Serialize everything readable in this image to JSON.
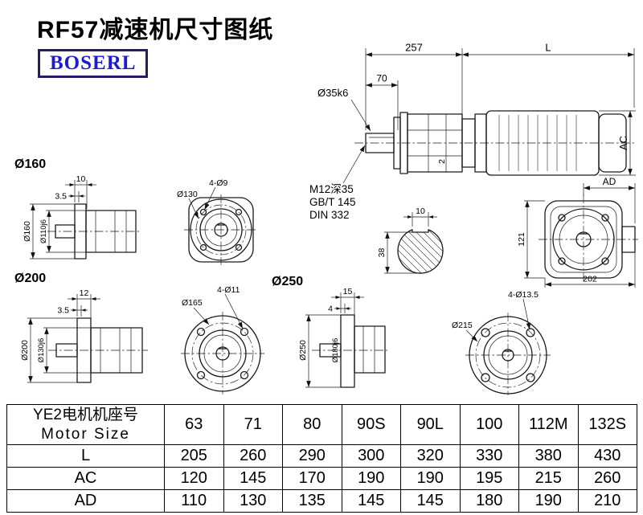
{
  "page": {
    "title": "RF57减速机尺寸图纸",
    "brand": "BOSERL"
  },
  "drawings": {
    "side_view": {
      "dim_257": "257",
      "dim_l": "L",
      "dim_70": "70",
      "shaft_dia": "Ø35k6",
      "dim_ac": "AC",
      "dim_2": "2",
      "thread_note": "M12深35",
      "std_note1": "GB/T 145",
      "std_note2": "DIN 332"
    },
    "flange_160": {
      "section_label": "Ø160",
      "dim_10": "10",
      "dim_3_5": "3.5",
      "dia_outer": "Ø160",
      "dia_spigot": "Ø110j6"
    },
    "front_130": {
      "holes": "4-Ø9",
      "bolt_circle": "Ø130"
    },
    "key_section": {
      "key_width": "10",
      "depth": "38"
    },
    "ad_view": {
      "dim_ad": "AD",
      "dim_121": "121",
      "dim_202": "202"
    },
    "flange_200": {
      "section_label": "Ø200",
      "dim_12": "12",
      "dim_3_5": "3.5",
      "dia_outer": "Ø200",
      "dia_spigot": "Ø130j6"
    },
    "front_165": {
      "section_label": "Ø250",
      "holes": "4-Ø11",
      "bolt_circle": "Ø165"
    },
    "flange_250": {
      "dim_15": "15",
      "dim_4": "4",
      "dia_outer": "Ø250",
      "dia_spigot": "Ø180j6"
    },
    "front_215": {
      "holes": "4-Ø13.5",
      "bolt_circle": "Ø215"
    }
  },
  "table": {
    "header": {
      "label_cn": "YE2电机机座号",
      "label_en": "Motor Size",
      "sizes": [
        "63",
        "71",
        "80",
        "90S",
        "90L",
        "100",
        "112M",
        "132S"
      ]
    },
    "rows": [
      {
        "label": "L",
        "values": [
          "205",
          "260",
          "290",
          "300",
          "320",
          "330",
          "380",
          "430"
        ]
      },
      {
        "label": "AC",
        "values": [
          "120",
          "145",
          "170",
          "190",
          "190",
          "195",
          "215",
          "260"
        ]
      },
      {
        "label": "AD",
        "values": [
          "110",
          "130",
          "135",
          "145",
          "145",
          "180",
          "190",
          "210"
        ]
      }
    ]
  }
}
